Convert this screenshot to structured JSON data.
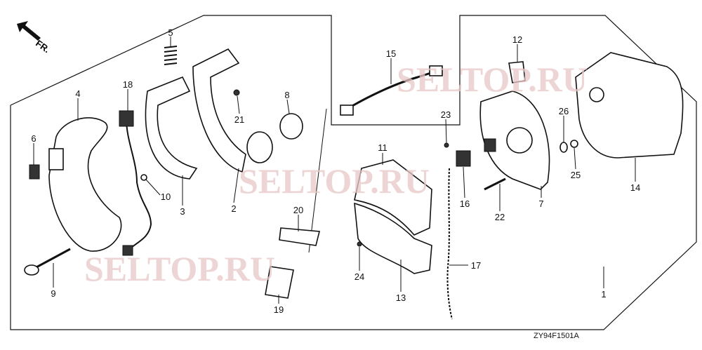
{
  "diagram": {
    "direction_label": "FR.",
    "drawing_code": "ZY94F1501A",
    "watermark": "SELTOP.RU",
    "part_labels": {
      "p1": "1",
      "p2": "2",
      "p3": "3",
      "p4": "4",
      "p5": "5",
      "p6": "6",
      "p7": "7",
      "p8": "8",
      "p9": "9",
      "p10": "10",
      "p11": "11",
      "p12": "12",
      "p13": "13",
      "p14": "14",
      "p15": "15",
      "p16": "16",
      "p17": "17",
      "p18": "18",
      "p19": "19",
      "p20": "20",
      "p21": "21",
      "p22": "22",
      "p23": "23",
      "p24": "24",
      "p25": "25",
      "p26": "26"
    }
  }
}
